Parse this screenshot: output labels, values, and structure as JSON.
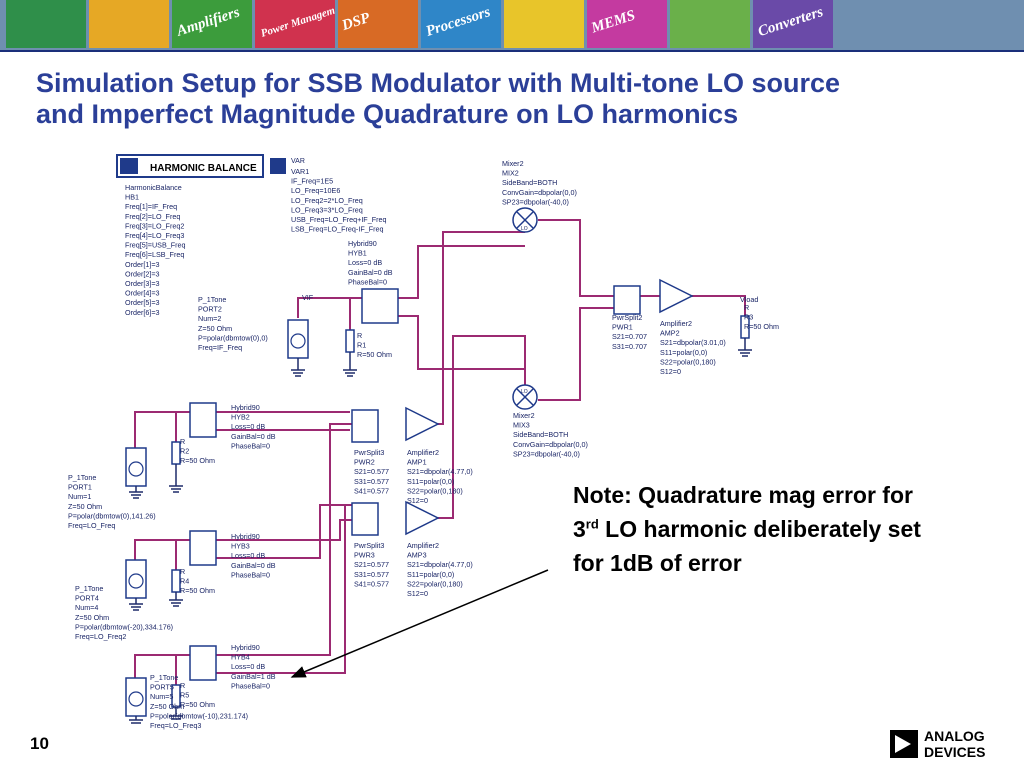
{
  "banner": {
    "tiles": [
      {
        "label": "",
        "color": "#2f8f4a"
      },
      {
        "label": "",
        "color": "#e6a825"
      },
      {
        "label": "Amplifiers",
        "color": "#3c9c3c"
      },
      {
        "label": "Power Management",
        "color": "#d0324e"
      },
      {
        "label": "DSP",
        "color": "#d86a25"
      },
      {
        "label": "Processors",
        "color": "#2f86c8"
      },
      {
        "label": "",
        "color": "#e8c52a"
      },
      {
        "label": "MEMS",
        "color": "#c43aa0"
      },
      {
        "label": "",
        "color": "#6ab04a"
      },
      {
        "label": "Converters",
        "color": "#6a4aa8"
      }
    ]
  },
  "title": {
    "line1": "Simulation Setup for SSB Modulator with Multi-tone LO source",
    "line2": "and Imperfect Magnitude Quadrature on LO harmonics"
  },
  "schematic": {
    "hb_button": "HARMONIC BALANCE",
    "hb_block": [
      "HarmonicBalance",
      "HB1",
      "Freq[1]=IF_Freq",
      "Freq[2]=LO_Freq",
      "Freq[3]=LO_Freq2",
      "Freq[4]=LO_Freq3",
      "Freq[5]=USB_Freq",
      "Freq[6]=LSB_Freq",
      "Order[1]=3",
      "Order[2]=3",
      "Order[3]=3",
      "Order[4]=3",
      "Order[5]=3",
      "Order[6]=3"
    ],
    "var_block": [
      "VAR1",
      "IF_Freq=1E5",
      "LO_Freq=10E6",
      "LO_Freq2=2*LO_Freq",
      "LO_Freq3=3*LO_Freq",
      "USB_Freq=LO_Freq+IF_Freq",
      "LSB_Freq=LO_Freq-IF_Freq"
    ],
    "var_tag": "VAR",
    "mix2": [
      "Mixer2",
      "MIX2",
      "SideBand=BOTH",
      "ConvGain=dbpolar(0,0)",
      "SP23=dbpolar(-40,0)"
    ],
    "mix3": [
      "Mixer2",
      "MIX3",
      "SideBand=BOTH",
      "ConvGain=dbpolar(0,0)",
      "SP23=dbpolar(-40,0)"
    ],
    "hyb1": [
      "Hybrid90",
      "HYB1",
      "Loss=0 dB",
      "GainBal=0 dB",
      "PhaseBal=0"
    ],
    "hyb2": [
      "Hybrid90",
      "HYB2",
      "Loss=0 dB",
      "GainBal=0 dB",
      "PhaseBal=0"
    ],
    "hyb3": [
      "Hybrid90",
      "HYB3",
      "Loss=0 dB",
      "GainBal=0 dB",
      "PhaseBal=0"
    ],
    "hyb4": [
      "Hybrid90",
      "HYB4",
      "Loss=0 dB",
      "GainBal=1 dB",
      "PhaseBal=0"
    ],
    "port2": [
      "P_1Tone",
      "PORT2",
      "Num=2",
      "Z=50 Ohm",
      "P=polar(dbmtow(0),0)",
      "Freq=IF_Freq"
    ],
    "port1": [
      "P_1Tone",
      "PORT1",
      "Num=1",
      "Z=50 Ohm",
      "P=polar(dbmtow(0),141.26)",
      "Freq=LO_Freq"
    ],
    "port4": [
      "P_1Tone",
      "PORT4",
      "Num=4",
      "Z=50 Ohm",
      "P=polar(dbmtow(-20),334.176)",
      "Freq=LO_Freq2"
    ],
    "port5": [
      "P_1Tone",
      "PORT5",
      "Num=5",
      "Z=50 Ohm",
      "P=polar(dbmtow(-10),231.174)",
      "Freq=LO_Freq3"
    ],
    "r1": [
      "R",
      "R1",
      "R=50 Ohm"
    ],
    "r2": [
      "R",
      "R2",
      "R=50 Ohm"
    ],
    "r4": [
      "R",
      "R4",
      "R=50 Ohm"
    ],
    "r5": [
      "R",
      "R5",
      "R=50 Ohm"
    ],
    "r3": [
      "R",
      "R3",
      "R=50 Ohm"
    ],
    "vif": "VIF",
    "vload": "Vload",
    "pwr1": [
      "PwrSplit2",
      "PWR1",
      "S21=0.707",
      "S31=0.707"
    ],
    "amp2": [
      "Amplifier2",
      "AMP2",
      "S21=dbpolar(3.01,0)",
      "S11=polar(0,0)",
      "S22=polar(0,180)",
      "S12=0"
    ],
    "pwr2": [
      "PwrSplit3",
      "PWR2",
      "S21=0.577",
      "S31=0.577",
      "S41=0.577"
    ],
    "amp1": [
      "Amplifier2",
      "AMP1",
      "S21=dbpolar(4.77,0)",
      "S11=polar(0,0)",
      "S22=polar(0,180)",
      "S12=0"
    ],
    "pwr3": [
      "PwrSplit3",
      "PWR3",
      "S21=0.577",
      "S31=0.577",
      "S41=0.577"
    ],
    "amp3": [
      "Amplifier2",
      "AMP3",
      "S21=dbpolar(4.77,0)",
      "S11=polar(0,0)",
      "S22=polar(0,180)",
      "S12=0"
    ],
    "mixer_lo": "LO",
    "colors": {
      "wire": "#9c2a72",
      "wire_dark": "#1f2b6a",
      "component": "#1f3a8a",
      "text": "#1a2566"
    }
  },
  "note": {
    "line1": "Note: Quadrature mag error for",
    "num": "3",
    "sup": "rd",
    "line2_rest": " LO harmonic deliberately set",
    "line3": "for 1dB of error"
  },
  "footer": {
    "page_number": "10",
    "logo_line1": "ANALOG",
    "logo_line2": "DEVICES"
  }
}
